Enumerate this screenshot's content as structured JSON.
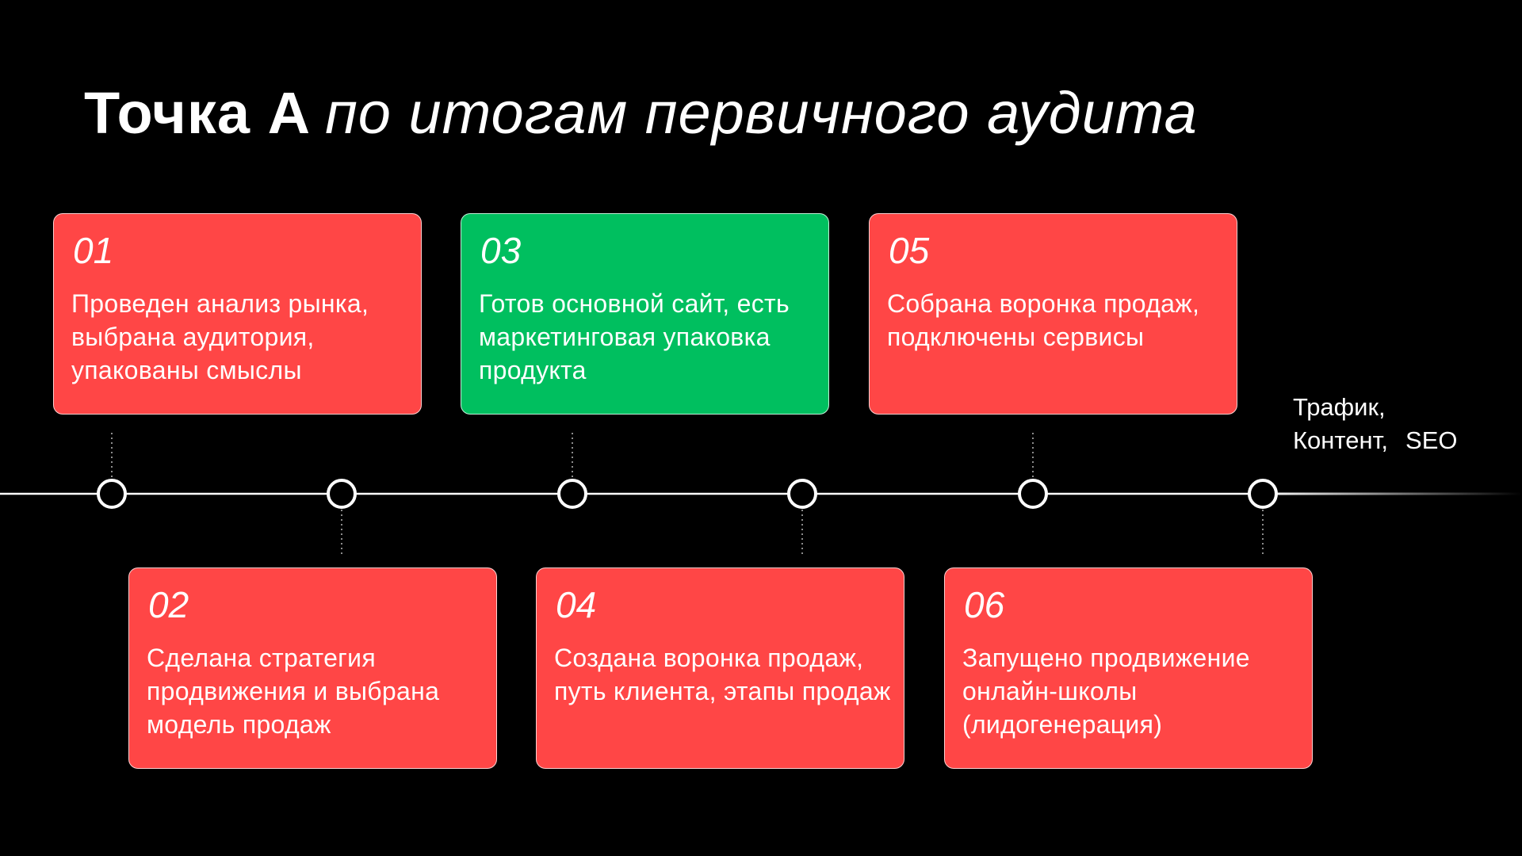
{
  "title": {
    "bold": "Точка А",
    "italic": "по итогам первичного аудита"
  },
  "colors": {
    "background": "#000000",
    "card_red": "#FF4646",
    "card_green": "#00BF5F",
    "line": "#FFFFFF"
  },
  "steps": [
    {
      "number": "01",
      "text": "Проведен анализ рынка, выбрана аудитория, упакованы смыслы",
      "status": "red"
    },
    {
      "number": "02",
      "text": "Сделана стратегия продвижения и выбрана модель продаж",
      "status": "red"
    },
    {
      "number": "03",
      "text": "Готов основной сайт, есть маркетинговая упаковка продукта",
      "status": "green"
    },
    {
      "number": "04",
      "text": "Создана воронка продаж, путь клиента, этапы продаж",
      "status": "red"
    },
    {
      "number": "05",
      "text": "Собрана воронка продаж, подключены сервисы",
      "status": "red"
    },
    {
      "number": "06",
      "text": "Запущено продвижение онлайн-школы (лидогенерация)",
      "status": "red"
    }
  ],
  "next": {
    "line1": "Трафик,",
    "line2a": "Контент,",
    "line2b": "SEO"
  }
}
